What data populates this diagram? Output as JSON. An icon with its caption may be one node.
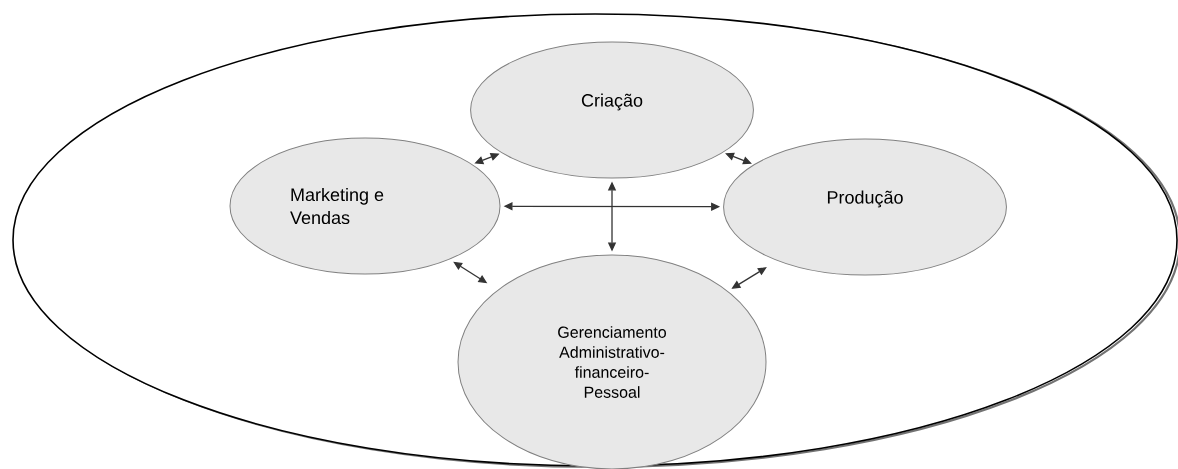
{
  "diagram": {
    "nodes": [
      {
        "text": [],
        "shape": "ellipse"
      },
      {
        "text": [
          "Criação"
        ],
        "in": 0
      },
      {
        "text": [
          "Marketing e Vendas"
        ],
        "in": 0
      },
      {
        "text": [
          "Produção"
        ],
        "in": 0
      },
      {
        "text": [
          "Gerenciamento Administrativo-financeiro-Pessoal"
        ],
        "in": 0
      }
    ],
    "edges": [
      {
        "from": 2,
        "to": 1,
        "arrow": "both"
      },
      {
        "from": 1,
        "to": 3,
        "arrow": "both"
      },
      {
        "from": 2,
        "to": 3,
        "arrow": "both"
      },
      {
        "from": 1,
        "to": 4,
        "arrow": "both"
      },
      {
        "from": 2,
        "to": 4,
        "arrow": "both"
      },
      {
        "from": 3,
        "to": 4,
        "arrow": "both"
      }
    ]
  }
}
